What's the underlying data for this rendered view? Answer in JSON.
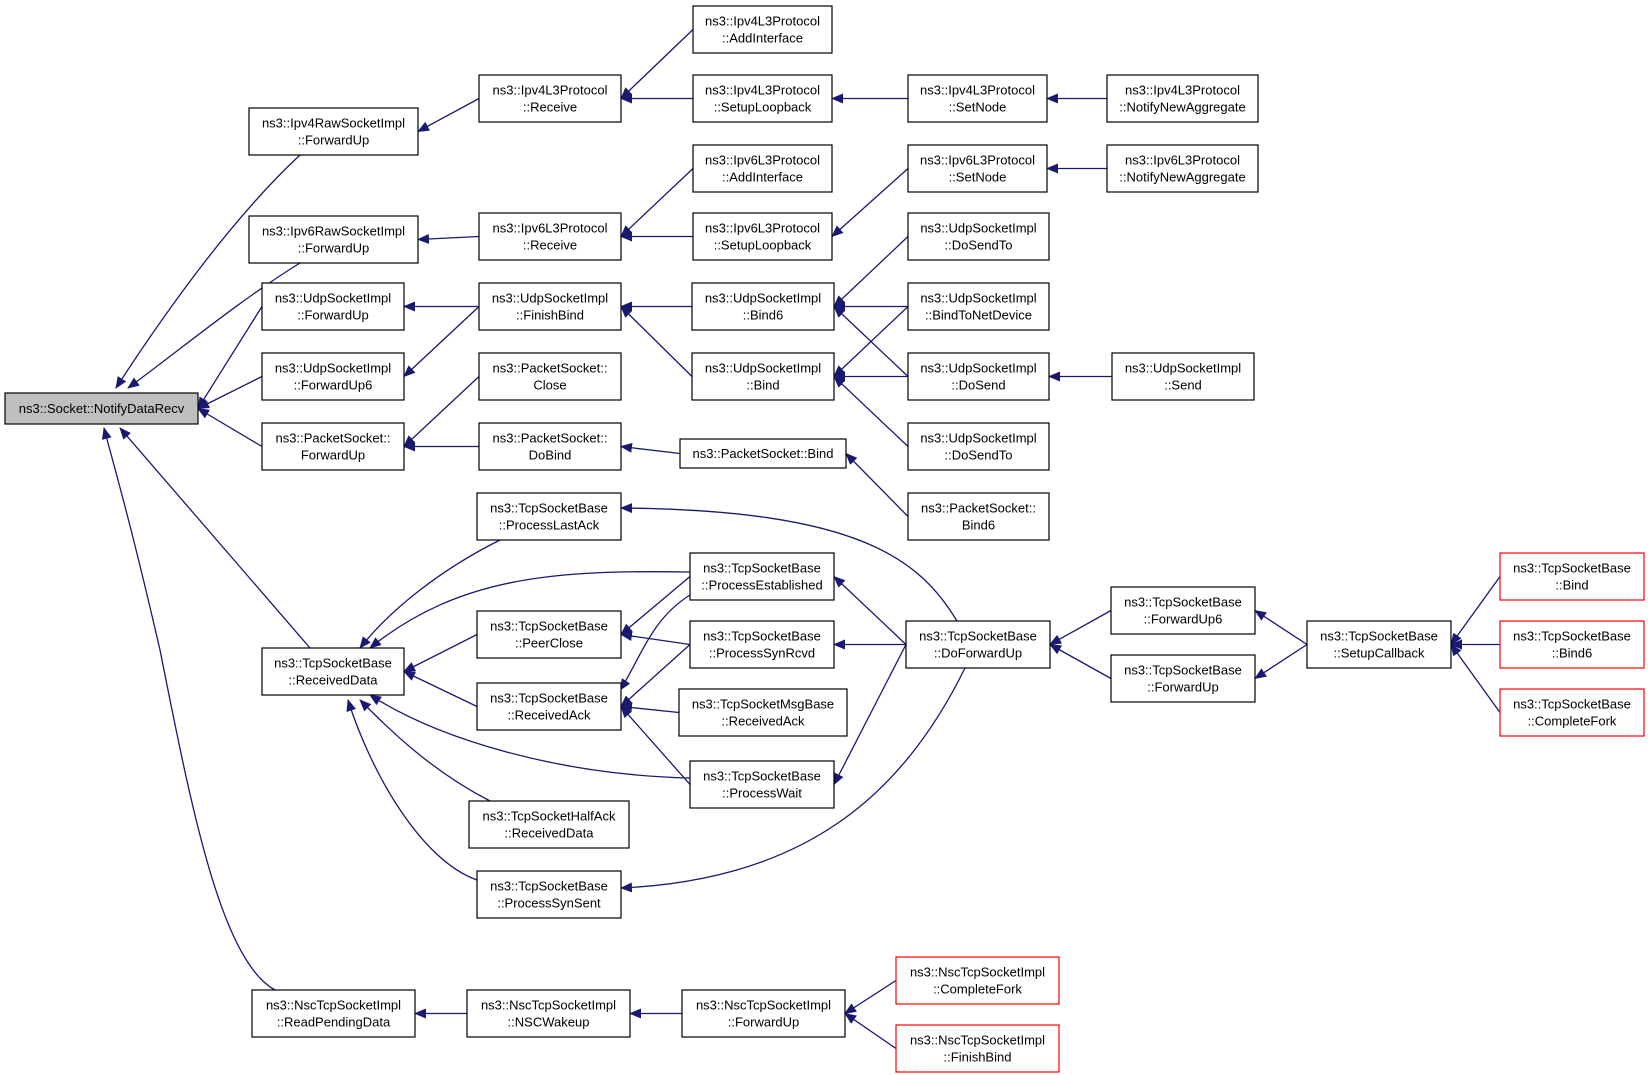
{
  "colors": {
    "edge": "#191970",
    "node_border": "#000000",
    "node_border_truncated": "#ff0000",
    "root_fill": "#bfbfbf",
    "node_fill": "#ffffff"
  },
  "nodes": [
    {
      "id": "root",
      "lines": [
        "ns3::Socket::NotifyDataRecv"
      ],
      "root": true
    },
    {
      "id": "ipv4raw_fwd",
      "lines": [
        "ns3::Ipv4RawSocketImpl",
        "::ForwardUp"
      ]
    },
    {
      "id": "ipv6raw_fwd",
      "lines": [
        "ns3::Ipv6RawSocketImpl",
        "::ForwardUp"
      ]
    },
    {
      "id": "udp_fwd",
      "lines": [
        "ns3::UdpSocketImpl",
        "::ForwardUp"
      ]
    },
    {
      "id": "udp_fwd6",
      "lines": [
        "ns3::UdpSocketImpl",
        "::ForwardUp6"
      ]
    },
    {
      "id": "pkt_fwd",
      "lines": [
        "ns3::PacketSocket::",
        "ForwardUp"
      ]
    },
    {
      "id": "tcp_rd",
      "lines": [
        "ns3::TcpSocketBase",
        "::ReceivedData"
      ]
    },
    {
      "id": "nsc_rpd",
      "lines": [
        "ns3::NscTcpSocketImpl",
        "::ReadPendingData"
      ]
    },
    {
      "id": "ipv4_recv",
      "lines": [
        "ns3::Ipv4L3Protocol",
        "::Receive"
      ]
    },
    {
      "id": "ipv6_recv",
      "lines": [
        "ns3::Ipv6L3Protocol",
        "::Receive"
      ]
    },
    {
      "id": "udp_fb",
      "lines": [
        "ns3::UdpSocketImpl",
        "::FinishBind"
      ]
    },
    {
      "id": "pkt_close",
      "lines": [
        "ns3::PacketSocket::",
        "Close"
      ]
    },
    {
      "id": "pkt_dobind",
      "lines": [
        "ns3::PacketSocket::",
        "DoBind"
      ]
    },
    {
      "id": "tcp_pla",
      "lines": [
        "ns3::TcpSocketBase",
        "::ProcessLastAck"
      ]
    },
    {
      "id": "tcp_pc",
      "lines": [
        "ns3::TcpSocketBase",
        "::PeerClose"
      ]
    },
    {
      "id": "tcp_ra",
      "lines": [
        "ns3::TcpSocketBase",
        "::ReceivedAck"
      ]
    },
    {
      "id": "tcp_ha",
      "lines": [
        "ns3::TcpSocketHalfAck",
        "::ReceivedData"
      ]
    },
    {
      "id": "tcp_pss",
      "lines": [
        "ns3::TcpSocketBase",
        "::ProcessSynSent"
      ]
    },
    {
      "id": "nsc_wake",
      "lines": [
        "ns3::NscTcpSocketImpl",
        "::NSCWakeup"
      ]
    },
    {
      "id": "ipv4_addif",
      "lines": [
        "ns3::Ipv4L3Protocol",
        "::AddInterface"
      ]
    },
    {
      "id": "ipv4_loop",
      "lines": [
        "ns3::Ipv4L3Protocol",
        "::SetupLoopback"
      ]
    },
    {
      "id": "ipv6_addif",
      "lines": [
        "ns3::Ipv6L3Protocol",
        "::AddInterface"
      ]
    },
    {
      "id": "ipv6_loop",
      "lines": [
        "ns3::Ipv6L3Protocol",
        "::SetupLoopback"
      ]
    },
    {
      "id": "udp_bind6",
      "lines": [
        "ns3::UdpSocketImpl",
        "::Bind6"
      ]
    },
    {
      "id": "udp_bind",
      "lines": [
        "ns3::UdpSocketImpl",
        "::Bind"
      ]
    },
    {
      "id": "pkt_bind",
      "lines": [
        "ns3::PacketSocket::Bind"
      ]
    },
    {
      "id": "tcp_pe",
      "lines": [
        "ns3::TcpSocketBase",
        "::ProcessEstablished"
      ]
    },
    {
      "id": "tcp_psr",
      "lines": [
        "ns3::TcpSocketBase",
        "::ProcessSynRcvd"
      ]
    },
    {
      "id": "tcpmsg_ra",
      "lines": [
        "ns3::TcpSocketMsgBase",
        "::ReceivedAck"
      ]
    },
    {
      "id": "tcp_pw",
      "lines": [
        "ns3::TcpSocketBase",
        "::ProcessWait"
      ]
    },
    {
      "id": "nsc_fwd",
      "lines": [
        "ns3::NscTcpSocketImpl",
        "::ForwardUp"
      ]
    },
    {
      "id": "ipv4_setnode",
      "lines": [
        "ns3::Ipv4L3Protocol",
        "::SetNode"
      ]
    },
    {
      "id": "ipv6_setnode",
      "lines": [
        "ns3::Ipv6L3Protocol",
        "::SetNode"
      ]
    },
    {
      "id": "udp_dst1",
      "lines": [
        "ns3::UdpSocketImpl",
        "::DoSendTo"
      ]
    },
    {
      "id": "udp_btnd",
      "lines": [
        "ns3::UdpSocketImpl",
        "::BindToNetDevice"
      ]
    },
    {
      "id": "udp_ds",
      "lines": [
        "ns3::UdpSocketImpl",
        "::DoSend"
      ]
    },
    {
      "id": "udp_dst2",
      "lines": [
        "ns3::UdpSocketImpl",
        "::DoSendTo"
      ]
    },
    {
      "id": "pkt_bind6",
      "lines": [
        "ns3::PacketSocket::",
        "Bind6"
      ]
    },
    {
      "id": "tcp_dfu",
      "lines": [
        "ns3::TcpSocketBase",
        "::DoForwardUp"
      ]
    },
    {
      "id": "nsc_cf",
      "lines": [
        "ns3::NscTcpSocketImpl",
        "::CompleteFork"
      ],
      "truncated": true
    },
    {
      "id": "nsc_fb",
      "lines": [
        "ns3::NscTcpSocketImpl",
        "::FinishBind"
      ],
      "truncated": true
    },
    {
      "id": "ipv4_nna",
      "lines": [
        "ns3::Ipv4L3Protocol",
        "::NotifyNewAggregate"
      ]
    },
    {
      "id": "ipv6_nna",
      "lines": [
        "ns3::Ipv6L3Protocol",
        "::NotifyNewAggregate"
      ]
    },
    {
      "id": "udp_send",
      "lines": [
        "ns3::UdpSocketImpl",
        "::Send"
      ]
    },
    {
      "id": "tcp_fu6",
      "lines": [
        "ns3::TcpSocketBase",
        "::ForwardUp6"
      ]
    },
    {
      "id": "tcp_fu",
      "lines": [
        "ns3::TcpSocketBase",
        "::ForwardUp"
      ]
    },
    {
      "id": "tcp_sc",
      "lines": [
        "ns3::TcpSocketBase",
        "::SetupCallback"
      ]
    },
    {
      "id": "tcp_bind",
      "lines": [
        "ns3::TcpSocketBase",
        "::Bind"
      ],
      "truncated": true
    },
    {
      "id": "tcp_bind6",
      "lines": [
        "ns3::TcpSocketBase",
        "::Bind6"
      ],
      "truncated": true
    },
    {
      "id": "tcp_cf",
      "lines": [
        "ns3::TcpSocketBase",
        "::CompleteFork"
      ],
      "truncated": true
    }
  ]
}
